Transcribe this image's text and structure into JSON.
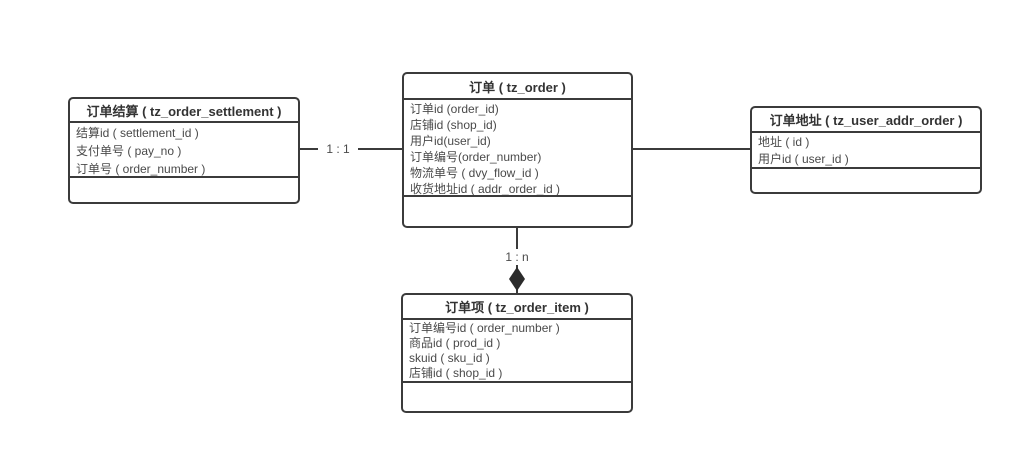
{
  "entities": {
    "order_settlement": {
      "title": "订单结算 ( tz_order_settlement )",
      "fields": [
        "结算id ( settlement_id )",
        "支付单号 ( pay_no )",
        "订单号 ( order_number )"
      ]
    },
    "order": {
      "title": "订单 ( tz_order )",
      "fields": [
        "订单id (order_id)",
        "店铺id (shop_id)",
        "用户id(user_id)",
        "订单编号(order_number)",
        "物流单号 ( dvy_flow_id )",
        "收货地址id ( addr_order_id )"
      ]
    },
    "user_addr_order": {
      "title": "订单地址 ( tz_user_addr_order )",
      "fields": [
        "地址 ( id )",
        "用户id ( user_id )"
      ]
    },
    "order_item": {
      "title": "订单项 ( tz_order_item )",
      "fields": [
        "订单编号id ( order_number )",
        "商品id ( prod_id )",
        "skuid ( sku_id )",
        "店铺id ( shop_id )"
      ]
    }
  },
  "relations": {
    "settlement_to_order": {
      "cardinality": "1 : 1"
    },
    "order_to_item": {
      "cardinality": "1 : n"
    }
  },
  "colors": {
    "line": "#3b3b3b",
    "text": "#4a4a4a",
    "title_text": "#333333",
    "background": "#ffffff",
    "diamond": "#2b2b2b"
  }
}
